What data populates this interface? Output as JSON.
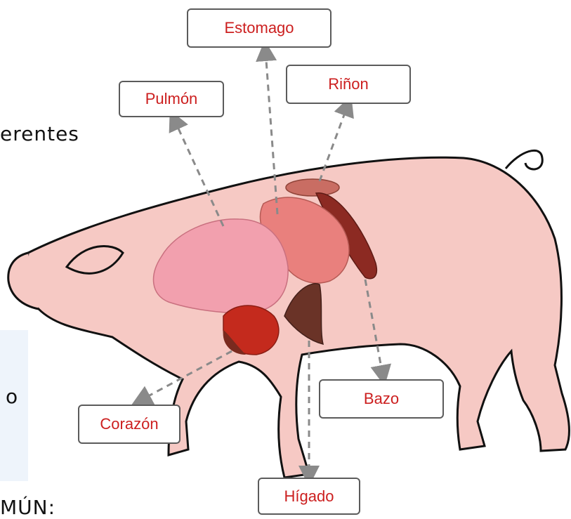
{
  "background_text": {
    "line1": "erentes",
    "line2": "o",
    "line3": "MÚN:"
  },
  "labels": {
    "estomago": "Estomago",
    "pulmon": "Pulmón",
    "rinon": "Riñon",
    "bazo": "Bazo",
    "corazon": "Corazón",
    "higado": "Hígado"
  },
  "colors": {
    "body": "#f6c9c4",
    "outline": "#111111",
    "lung": "#f2a0ae",
    "stomach": "#e9807d",
    "kidney": "#c96d63",
    "spleen": "#8c2a22",
    "heart": "#c42a1d",
    "liver": "#6a3327",
    "label_text": "#cc1f1f",
    "arrow": "#8a8a8a"
  }
}
